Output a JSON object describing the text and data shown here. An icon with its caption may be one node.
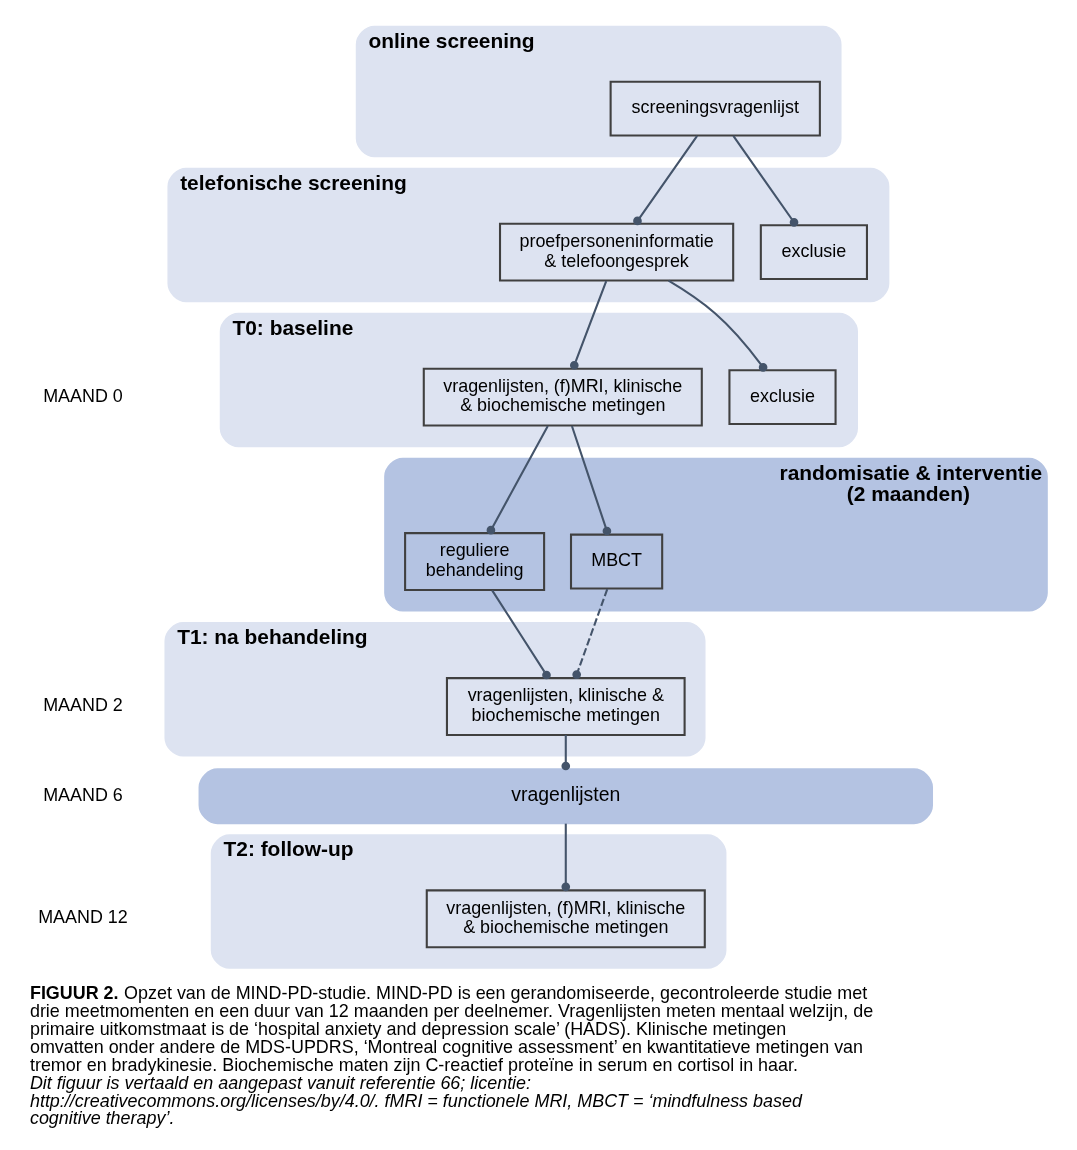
{
  "diagram": {
    "caption": "**FIGUUR 2.** Opzet van de MIND-PD-studie. MIND-PD is een gerandomiseerde, gecontroleerde studie met drie meetmomenten en een duur van 12 maanden per deelnemer. Vragenlijsten meten mentaal welzijn, de primaire uitkomstmaat is de ‘hospital anxiety and depression scale’ (HADS). Klinische metingen omvatten onder andere de MDS-UPDRS, ‘Montreal cognitive assessment’ en kwantitatieve metingen van tremor en bradykinesie. Biochemische maten zijn C-reactief proteïne in serum en cortisol in haar. *Dit figuur is vertaald en aangepast vanuit referentie 66; licentie: http://creativecommons.org/licenses/by/4.0/. fMRI = functionele MRI, MBCT = ‘mindfulness based cognitive therapy’.*",
    "nodes": [
      {
        "text": [
          "online screening"
        ]
      },
      {
        "text": [
          "screeningsvragenlijst"
        ],
        "in": 0
      },
      {
        "text": [
          "telefonische screening"
        ]
      },
      {
        "text": [
          "proefpersoneninformatie & telefoongesprek"
        ],
        "in": 2
      },
      {
        "text": [
          "exclusie"
        ],
        "in": 2
      },
      {
        "text": [
          "T0: baseline"
        ]
      },
      {
        "text": [
          "vragenlijsten, (f)MRI, klinische & biochemische metingen"
        ],
        "in": 5
      },
      {
        "text": [
          "exclusie"
        ],
        "in": 5
      },
      {
        "text": [
          "randomisatie & interventie (2 maanden)"
        ]
      },
      {
        "text": [
          "reguliere behandeling"
        ],
        "in": 8
      },
      {
        "text": [
          "MBCT"
        ],
        "in": 8
      },
      {
        "text": [
          "T1: na behandeling"
        ]
      },
      {
        "text": [
          "vragenlijsten, klinische & biochemische metingen"
        ],
        "in": 11
      },
      {
        "text": [
          "vragenlijsten"
        ]
      },
      {
        "text": [
          "T2: follow-up"
        ]
      },
      {
        "text": [
          "vragenlijsten, (f)MRI, klinische & biochemische metingen"
        ],
        "in": 14
      }
    ],
    "edges": [
      {
        "from": 1,
        "to": 3,
        "arrow": "other"
      },
      {
        "from": 1,
        "to": 4,
        "arrow": "other"
      },
      {
        "from": 3,
        "to": 6,
        "arrow": "other"
      },
      {
        "from": 3,
        "to": 7,
        "arrow": "other"
      },
      {
        "from": 6,
        "to": 9,
        "arrow": "other"
      },
      {
        "from": 6,
        "to": 10,
        "arrow": "other"
      },
      {
        "from": 9,
        "to": 12,
        "arrow": "other"
      },
      {
        "from": 10,
        "to": 12,
        "arrow": "other",
        "style": "dashed"
      },
      {
        "from": 12,
        "to": 13,
        "arrow": "other"
      },
      {
        "from": 13,
        "to": 15,
        "arrow": "other"
      }
    ],
    "labels": [
      "MAAND 0",
      "MAAND 2",
      "MAAND 6",
      "MAAND 12"
    ]
  }
}
